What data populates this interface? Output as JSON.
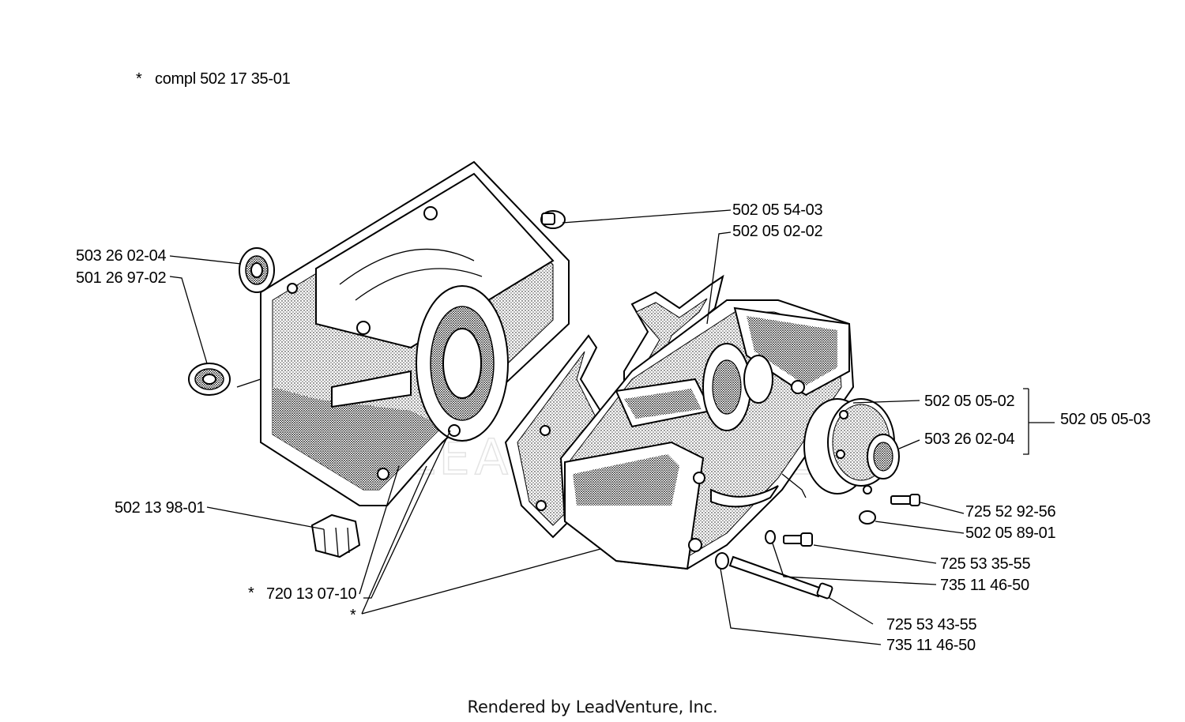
{
  "note": {
    "marker": "*",
    "text": "compl 502 17 35-01"
  },
  "labels": [
    {
      "id": "plug",
      "text": "502 05 54-03"
    },
    {
      "id": "gasket-top",
      "text": "502 05 02-02"
    },
    {
      "id": "bearing-left",
      "text": "503 26 02-04"
    },
    {
      "id": "seal-left",
      "text": "501 26 97-02"
    },
    {
      "id": "cover-ring",
      "text": "502 05 05-02"
    },
    {
      "id": "bearing-right",
      "text": "503 26 02-04"
    },
    {
      "id": "cover-assembly",
      "text": "502 05 05-03"
    },
    {
      "id": "nut",
      "text": "502 13 98-01"
    },
    {
      "id": "screw-1",
      "text": "725 52 92-56"
    },
    {
      "id": "washer-1",
      "text": "502 05 89-01"
    },
    {
      "id": "screw-2",
      "text": "725 53 35-55"
    },
    {
      "id": "washer-2",
      "text": "735 11 46-50"
    },
    {
      "id": "bolt-long",
      "text": "725 53 43-55"
    },
    {
      "id": "washer-3",
      "text": "735 11 46-50"
    },
    {
      "id": "pin",
      "text": "720 13 07-10"
    }
  ],
  "pin_marker": "*",
  "asterisk_marker": "*",
  "watermark": "LEADVENTURE",
  "footer": "Rendered by LeadVenture, Inc."
}
